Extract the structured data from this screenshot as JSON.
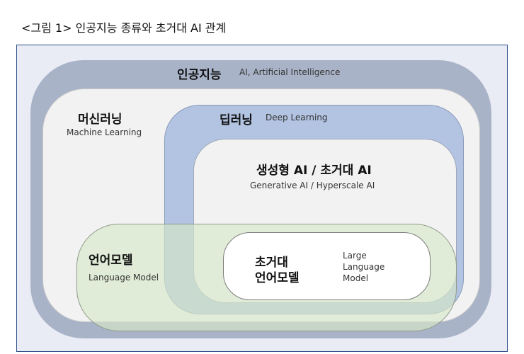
{
  "caption": "<그림 1> 인공지능 종류와 초거대 AI 관계",
  "ai": {
    "ko": "인공지능",
    "en": "AI, Artificial Intelligence"
  },
  "ml": {
    "ko": "머신러닝",
    "en": "Machine Learning"
  },
  "dl": {
    "ko": "딥러닝",
    "en": "Deep Learning"
  },
  "gen": {
    "ko": "생성형 AI / 초거대 AI",
    "en": "Generative AI / Hyperscale AI"
  },
  "lm": {
    "ko": "언어모델",
    "en": "Language Model"
  },
  "llm": {
    "ko_line1": "초거대",
    "ko_line2": "언어모델",
    "en_line1": "Large",
    "en_line2": "Language",
    "en_line3": "Model"
  },
  "colors": {
    "ai": "#a9b3c8",
    "dl": "#b2c4e2",
    "lm": "#d6e8c8",
    "frame": "#2d4f8a"
  }
}
